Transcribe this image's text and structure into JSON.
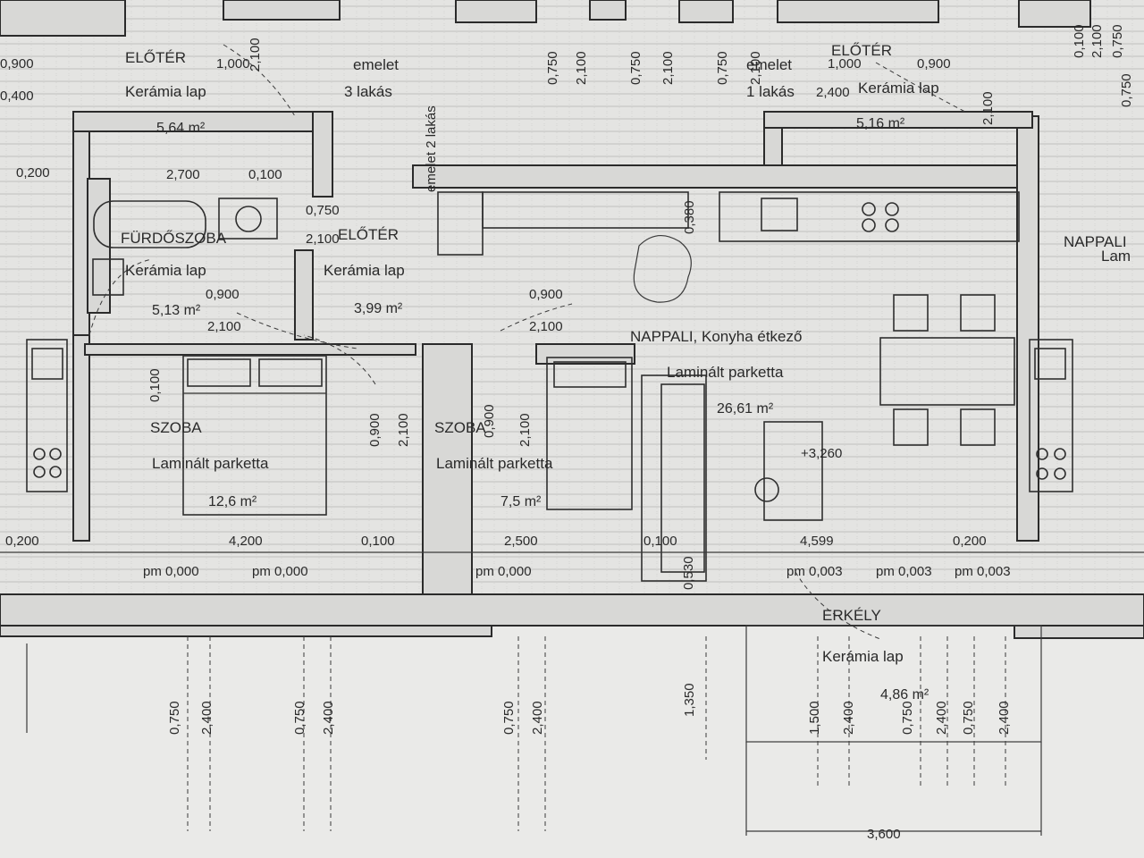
{
  "rooms": {
    "eloter_left": {
      "name": "ELŐTÉR",
      "material": "Kerámia lap",
      "area": "5,64 m²"
    },
    "furdoszoba": {
      "name": "FÜRDŐSZOBA",
      "material": "Kerámia lap",
      "area": "5,13 m²"
    },
    "eloter_mid": {
      "name": "ELŐTÉR",
      "material": "Kerámia lap",
      "area": "3,99 m²"
    },
    "szoba_1": {
      "name": "SZOBA",
      "material": "Laminált parketta",
      "area": "12,6 m²"
    },
    "szoba_2": {
      "name": "SZOBA",
      "material": "Laminált parketta",
      "area": "7,5 m²"
    },
    "nappali": {
      "name": "NAPPALI, Konyha étkező",
      "material": "Laminált parketta",
      "area": "26,61 m²"
    },
    "eloter_right": {
      "name": "ELŐTÉR",
      "material": "Kerámia lap",
      "area": "5,16 m²"
    },
    "nappali_edge": {
      "name": "NAPPALI",
      "material": "Lam"
    },
    "erkely": {
      "name": "ERKÉLY",
      "material": "Kerámia lap",
      "area": "4,86 m²"
    }
  },
  "stair_labels": {
    "left": {
      "line1": "emelet",
      "line2": "3 lakás"
    },
    "right": {
      "line1": "emelet",
      "line2": "1 lakás"
    },
    "vertical": "emelet 2 lakás"
  },
  "elevation": "+3,260",
  "floor_levels": [
    "pm 0,000",
    "pm 0,000",
    "pm 0,000",
    "pm 0,003",
    "pm 0,003",
    "pm 0,003"
  ],
  "dims": {
    "d_0900_l": "0,900",
    "d_0400_l": "0,400",
    "d_1000": "1,000",
    "d_0200_tl": "0,200",
    "d_2700": "2,700",
    "d_0100_top": "0,100",
    "d_0750_door": "0,750",
    "d_2100_door": "2,100",
    "d_0900_a": "0,900",
    "d_2100_a": "2,100",
    "d_0900_b": "0,900",
    "d_2100_b": "2,100",
    "d_0200_left": "0,200",
    "d_4200": "4,200",
    "d_0100_a": "0,100",
    "d_2500": "2,500",
    "d_0100_b": "0,100",
    "d_4599": "4,599",
    "d_0200_right": "0,200",
    "d_1000_r": "1,000",
    "d_0900_r": "0,900",
    "d_2400_r": "2,400",
    "d_3600": "3,600"
  },
  "vertical_dims_top": [
    "2,100",
    "0,750",
    "2,100",
    "0,750",
    "2,100",
    "0,750",
    "2,100",
    "0,750",
    "2,100",
    "0,100",
    "2,100",
    "0,750"
  ],
  "vertical_dims_mid": [
    "0,100",
    "0,900",
    "2,100",
    "0,900",
    "2,100",
    "0,530",
    "0,380"
  ],
  "vertical_dims_bottom": [
    "0,750",
    "2,400",
    "0,750",
    "2,400",
    "0,750",
    "2,400",
    "1,350",
    "1,500",
    "2,400",
    "0,750",
    "2,400",
    "0,750",
    "2,400"
  ]
}
